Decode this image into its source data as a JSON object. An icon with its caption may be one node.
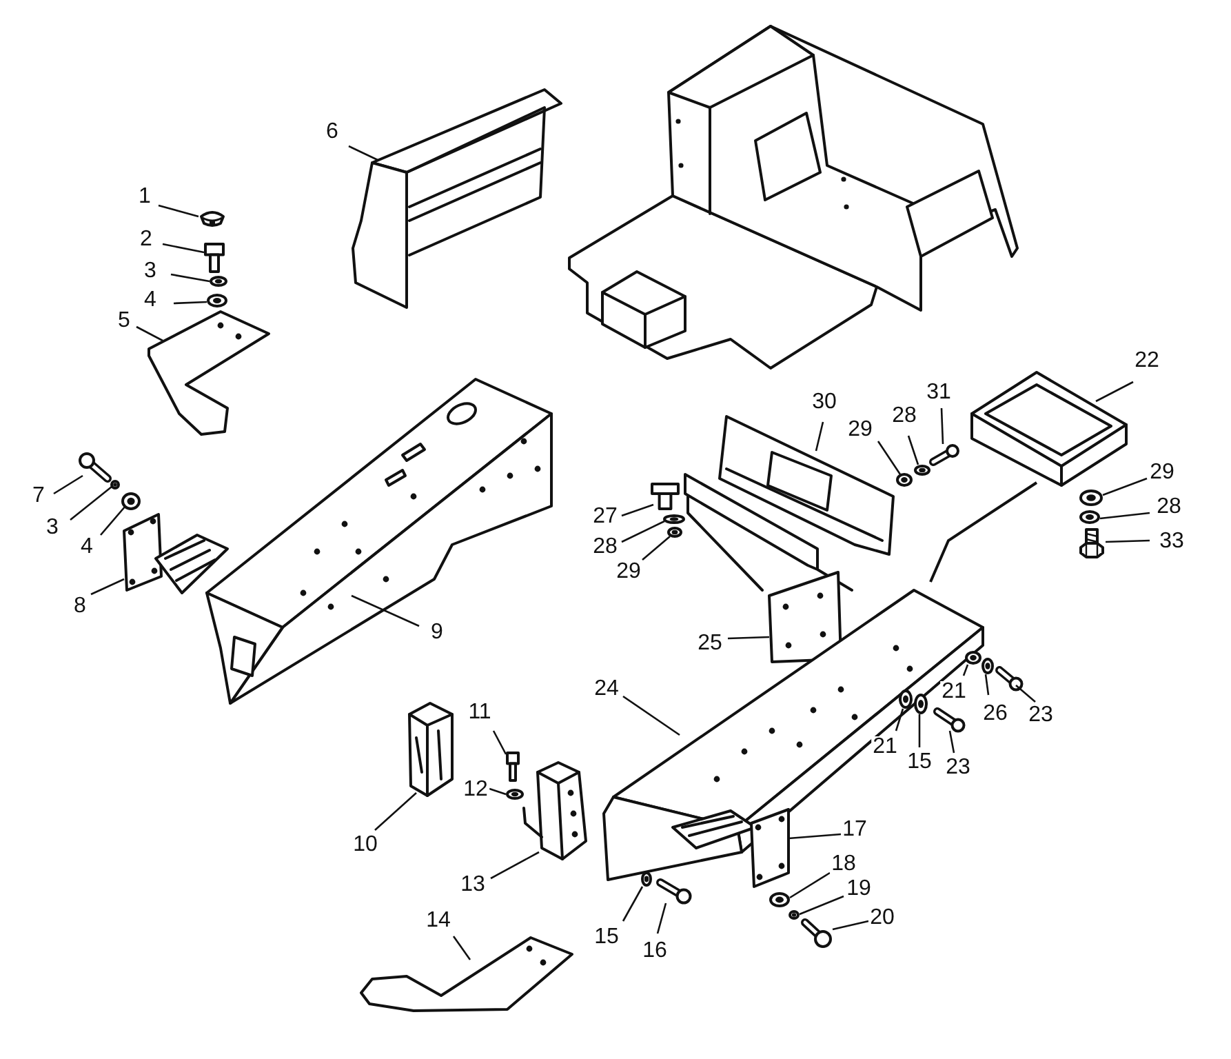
{
  "diagram": {
    "nodes": [
      {
        "text": [
          "1"
        ]
      },
      {
        "text": [],
        "shape": "picture"
      },
      {
        "text": [
          "2"
        ]
      },
      {
        "text": [],
        "shape": "picture"
      },
      {
        "text": [
          "3"
        ]
      },
      {
        "text": [],
        "shape": "picture"
      },
      {
        "text": [
          "4"
        ]
      },
      {
        "text": [],
        "shape": "picture"
      },
      {
        "text": [
          "5"
        ]
      },
      {
        "text": [],
        "shape": "picture"
      },
      {
        "text": [
          "6"
        ]
      },
      {
        "text": [],
        "shape": "picture"
      },
      {
        "text": [
          "22"
        ]
      },
      {
        "text": [],
        "shape": "picture"
      },
      {
        "text": [
          "30"
        ]
      },
      {
        "text": [],
        "shape": "picture"
      },
      {
        "text": [
          "29"
        ]
      },
      {
        "text": [],
        "shape": "picture"
      },
      {
        "text": [
          "28"
        ]
      },
      {
        "text": [],
        "shape": "picture"
      },
      {
        "text": [
          "31"
        ]
      },
      {
        "text": [],
        "shape": "picture"
      },
      {
        "text": [
          "7"
        ]
      },
      {
        "text": [],
        "shape": "picture"
      },
      {
        "text": [
          "3"
        ]
      },
      {
        "text": [],
        "shape": "picture"
      },
      {
        "text": [
          "4"
        ]
      },
      {
        "text": [],
        "shape": "picture"
      },
      {
        "text": [
          "27"
        ]
      },
      {
        "text": [],
        "shape": "picture"
      },
      {
        "text": [
          "28"
        ]
      },
      {
        "text": [],
        "shape": "picture"
      },
      {
        "text": [
          "29"
        ]
      },
      {
        "text": [],
        "shape": "picture"
      },
      {
        "text": [
          "29"
        ]
      },
      {
        "text": [],
        "shape": "picture"
      },
      {
        "text": [
          "28"
        ]
      },
      {
        "text": [],
        "shape": "picture"
      },
      {
        "text": [
          "33"
        ]
      },
      {
        "text": [],
        "shape": "picture"
      },
      {
        "text": [
          "8"
        ]
      },
      {
        "text": [],
        "shape": "picture"
      },
      {
        "text": [
          "9"
        ]
      },
      {
        "text": [],
        "shape": "picture"
      },
      {
        "text": [
          "25"
        ]
      },
      {
        "text": [],
        "shape": "picture"
      },
      {
        "text": [
          "24"
        ]
      },
      {
        "text": [],
        "shape": "picture"
      },
      {
        "text": [
          "21"
        ]
      },
      {
        "text": [],
        "shape": "picture"
      },
      {
        "text": [
          "26"
        ]
      },
      {
        "text": [],
        "shape": "picture"
      },
      {
        "text": [
          "23"
        ]
      },
      {
        "text": [],
        "shape": "picture"
      },
      {
        "text": [
          "21"
        ]
      },
      {
        "text": [],
        "shape": "picture"
      },
      {
        "text": [
          "15"
        ]
      },
      {
        "text": [],
        "shape": "picture"
      },
      {
        "text": [
          "23"
        ]
      },
      {
        "text": [],
        "shape": "picture"
      },
      {
        "text": [
          "11"
        ]
      },
      {
        "text": [],
        "shape": "picture"
      },
      {
        "text": [
          "12"
        ]
      },
      {
        "text": [],
        "shape": "picture"
      },
      {
        "text": [
          "10"
        ]
      },
      {
        "text": [],
        "shape": "picture"
      },
      {
        "text": [
          "13"
        ]
      },
      {
        "text": [],
        "shape": "picture"
      },
      {
        "text": [
          "17"
        ]
      },
      {
        "text": [],
        "shape": "picture"
      },
      {
        "text": [
          "18"
        ]
      },
      {
        "text": [],
        "shape": "picture"
      },
      {
        "text": [
          "19"
        ]
      },
      {
        "text": [],
        "shape": "picture"
      },
      {
        "text": [
          "20"
        ]
      },
      {
        "text": [],
        "shape": "picture"
      },
      {
        "text": [
          "15"
        ]
      },
      {
        "text": [],
        "shape": "picture"
      },
      {
        "text": [
          "16"
        ]
      },
      {
        "text": [],
        "shape": "picture"
      },
      {
        "text": [
          "14"
        ]
      },
      {
        "text": [],
        "shape": "picture"
      }
    ],
    "edges": [
      {
        "from": 0,
        "to": 1,
        "arrow": "none"
      },
      {
        "from": 2,
        "to": 3,
        "arrow": "none"
      },
      {
        "from": 4,
        "to": 5,
        "arrow": "none"
      },
      {
        "from": 6,
        "to": 7,
        "arrow": "none"
      },
      {
        "from": 8,
        "to": 9,
        "arrow": "none"
      },
      {
        "from": 10,
        "to": 11,
        "arrow": "none"
      },
      {
        "from": 12,
        "to": 13,
        "arrow": "none"
      },
      {
        "from": 14,
        "to": 15,
        "arrow": "none"
      },
      {
        "from": 16,
        "to": 17,
        "arrow": "none"
      },
      {
        "from": 18,
        "to": 19,
        "arrow": "none"
      },
      {
        "from": 20,
        "to": 21,
        "arrow": "none"
      },
      {
        "from": 22,
        "to": 23,
        "arrow": "none"
      },
      {
        "from": 24,
        "to": 25,
        "arrow": "none"
      },
      {
        "from": 26,
        "to": 27,
        "arrow": "none"
      },
      {
        "from": 28,
        "to": 29,
        "arrow": "none"
      },
      {
        "from": 30,
        "to": 31,
        "arrow": "none"
      },
      {
        "from": 32,
        "to": 33,
        "arrow": "none"
      },
      {
        "from": 34,
        "to": 35,
        "arrow": "none"
      },
      {
        "from": 36,
        "to": 37,
        "arrow": "none"
      },
      {
        "from": 38,
        "to": 39,
        "arrow": "none"
      },
      {
        "from": 40,
        "to": 41,
        "arrow": "none"
      },
      {
        "from": 42,
        "to": 43,
        "arrow": "none"
      },
      {
        "from": 44,
        "to": 45,
        "arrow": "none"
      },
      {
        "from": 46,
        "to": 47,
        "arrow": "none"
      },
      {
        "from": 48,
        "to": 49,
        "arrow": "none"
      },
      {
        "from": 50,
        "to": 51,
        "arrow": "none"
      },
      {
        "from": 52,
        "to": 53,
        "arrow": "none"
      },
      {
        "from": 54,
        "to": 55,
        "arrow": "none"
      },
      {
        "from": 56,
        "to": 57,
        "arrow": "none"
      },
      {
        "from": 58,
        "to": 59,
        "arrow": "none"
      },
      {
        "from": 60,
        "to": 61,
        "arrow": "none"
      },
      {
        "from": 62,
        "to": 63,
        "arrow": "none"
      },
      {
        "from": 64,
        "to": 65,
        "arrow": "none"
      },
      {
        "from": 66,
        "to": 67,
        "arrow": "none"
      },
      {
        "from": 68,
        "to": 69,
        "arrow": "none"
      },
      {
        "from": 70,
        "to": 71,
        "arrow": "none"
      },
      {
        "from": 72,
        "to": 73,
        "arrow": "none"
      },
      {
        "from": 74,
        "to": 75,
        "arrow": "none"
      },
      {
        "from": 76,
        "to": 77,
        "arrow": "none"
      },
      {
        "from": 78,
        "to": 79,
        "arrow": "none"
      },
      {
        "from": 80,
        "to": 81,
        "arrow": "none"
      }
    ]
  }
}
